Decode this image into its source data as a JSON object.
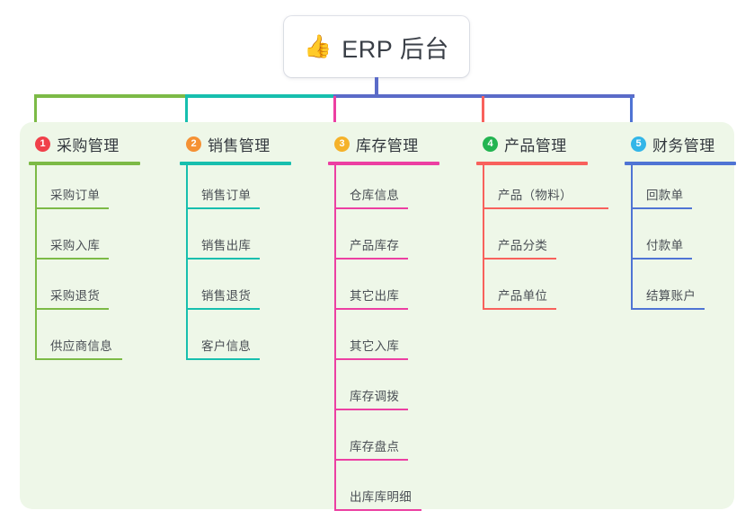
{
  "root": {
    "emoji": "👍",
    "emoji_name": "thumbs-up-icon",
    "title": "ERP 后台"
  },
  "theme": {
    "panel_bg": "#eef7e8",
    "card_bg": "#ffffff",
    "title_text": "#3a3f47",
    "item_text": "#4a4f55",
    "root_connector": "#5b6bc8"
  },
  "columns": [
    {
      "number": "1",
      "title": "采购管理",
      "badge_color": "#f0404a",
      "line_color": "#7cba46",
      "items": [
        {
          "label": "采购订单"
        },
        {
          "label": "采购入库"
        },
        {
          "label": "采购退货"
        },
        {
          "label": "供应商信息"
        }
      ]
    },
    {
      "number": "2",
      "title": "销售管理",
      "badge_color": "#f59134",
      "line_color": "#17bfae",
      "items": [
        {
          "label": "销售订单"
        },
        {
          "label": "销售出库"
        },
        {
          "label": "销售退货"
        },
        {
          "label": "客户信息"
        }
      ]
    },
    {
      "number": "3",
      "title": "库存管理",
      "badge_color": "#f5b22a",
      "line_color": "#ec3fa2",
      "items": [
        {
          "label": "仓库信息"
        },
        {
          "label": "产品库存"
        },
        {
          "label": "其它出库"
        },
        {
          "label": "其它入库"
        },
        {
          "label": "库存调拨"
        },
        {
          "label": "库存盘点"
        },
        {
          "label": "出库库明细"
        }
      ]
    },
    {
      "number": "4",
      "title": "产品管理",
      "badge_color": "#23b451",
      "line_color": "#f8615c",
      "items": [
        {
          "label": "产品（物料）"
        },
        {
          "label": "产品分类"
        },
        {
          "label": "产品单位"
        }
      ]
    },
    {
      "number": "5",
      "title": "财务管理",
      "badge_color": "#33b6e8",
      "line_color": "#4f74d4",
      "items": [
        {
          "label": "回款单"
        },
        {
          "label": "付款单"
        },
        {
          "label": "结算账户"
        }
      ]
    }
  ]
}
